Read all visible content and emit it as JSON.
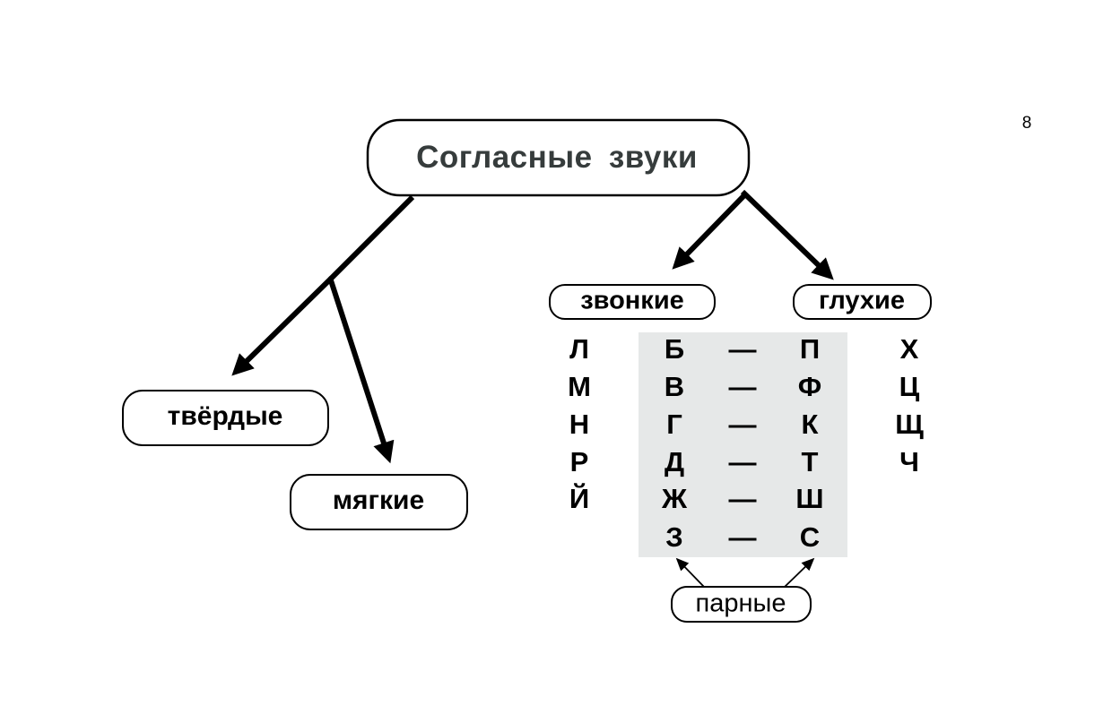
{
  "page_number": "8",
  "title": "Согласные звуки",
  "branches": {
    "hard": "твёрдые",
    "soft": "мягкие",
    "voiced": "звонкие",
    "voiceless": "глухие"
  },
  "unpaired_voiced": [
    "Л",
    "М",
    "Н",
    "Р",
    "Й"
  ],
  "pairs": [
    {
      "voiced": "Б",
      "dash": "—",
      "voiceless": "П"
    },
    {
      "voiced": "В",
      "dash": "—",
      "voiceless": "Ф"
    },
    {
      "voiced": "Г",
      "dash": "—",
      "voiceless": "К"
    },
    {
      "voiced": "Д",
      "dash": "—",
      "voiceless": "Т"
    },
    {
      "voiced": "Ж",
      "dash": "—",
      "voiceless": "Ш"
    },
    {
      "voiced": "З",
      "dash": "—",
      "voiceless": "С"
    }
  ],
  "unpaired_voiceless": [
    "Х",
    "Ц",
    "Щ",
    "Ч"
  ],
  "paired_label": "парные",
  "colors": {
    "pair_bg": "#e6e8e8",
    "title_text": "#363c3c"
  }
}
